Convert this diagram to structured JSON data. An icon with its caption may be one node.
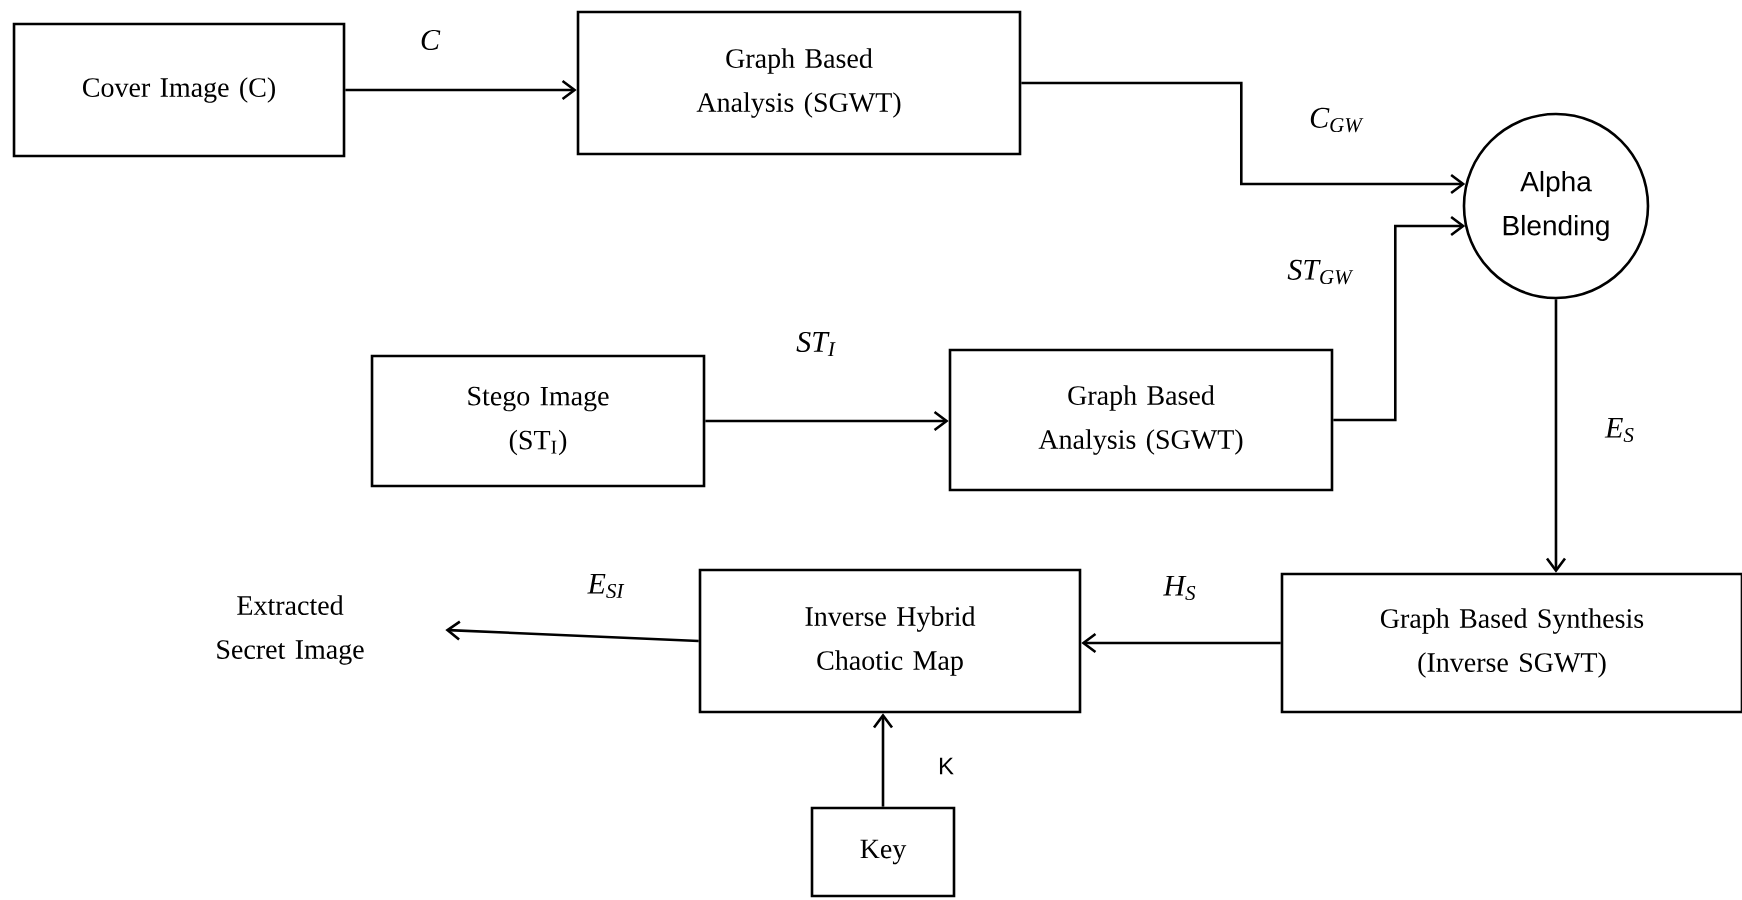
{
  "diagram": {
    "nodes": [
      {
        "text": [
          "Cover Image (C)"
        ]
      },
      {
        "text": [
          "Graph Based Analysis (SGWT)"
        ]
      },
      {
        "text": [
          "Alpha Blending"
        ]
      },
      {
        "text": [
          "Stego Image (ST$_{I}$)"
        ]
      },
      {
        "text": [
          "Graph Based Analysis (SGWT)"
        ]
      },
      {
        "text": [
          "Graph Based Synthesis (Inverse SGWT)"
        ]
      },
      {
        "text": [
          "Inverse Hybrid Chaotic Map"
        ]
      },
      {
        "text": [
          "Extracted Secret Image"
        ]
      },
      {
        "text": [
          "Key"
        ]
      }
    ],
    "edges": [
      {
        "from": 0,
        "to": 1,
        "arrow": "to",
        "label": "C"
      },
      {
        "from": 1,
        "to": 2,
        "arrow": "to",
        "label": "C$_{GW}$"
      },
      {
        "from": 3,
        "to": 4,
        "arrow": "to",
        "label": "ST$_{I}$"
      },
      {
        "from": 4,
        "to": 2,
        "arrow": "to",
        "label": "ST$_{GW}$"
      },
      {
        "from": 2,
        "to": 5,
        "arrow": "to",
        "label": "E$_{S}$"
      },
      {
        "from": 5,
        "to": 6,
        "arrow": "to",
        "label": "H$_{S}$"
      },
      {
        "from": 6,
        "to": 7,
        "arrow": "to",
        "label": "E$_{SI}$"
      },
      {
        "from": 8,
        "to": 6,
        "arrow": "to",
        "label": "K"
      }
    ]
  }
}
